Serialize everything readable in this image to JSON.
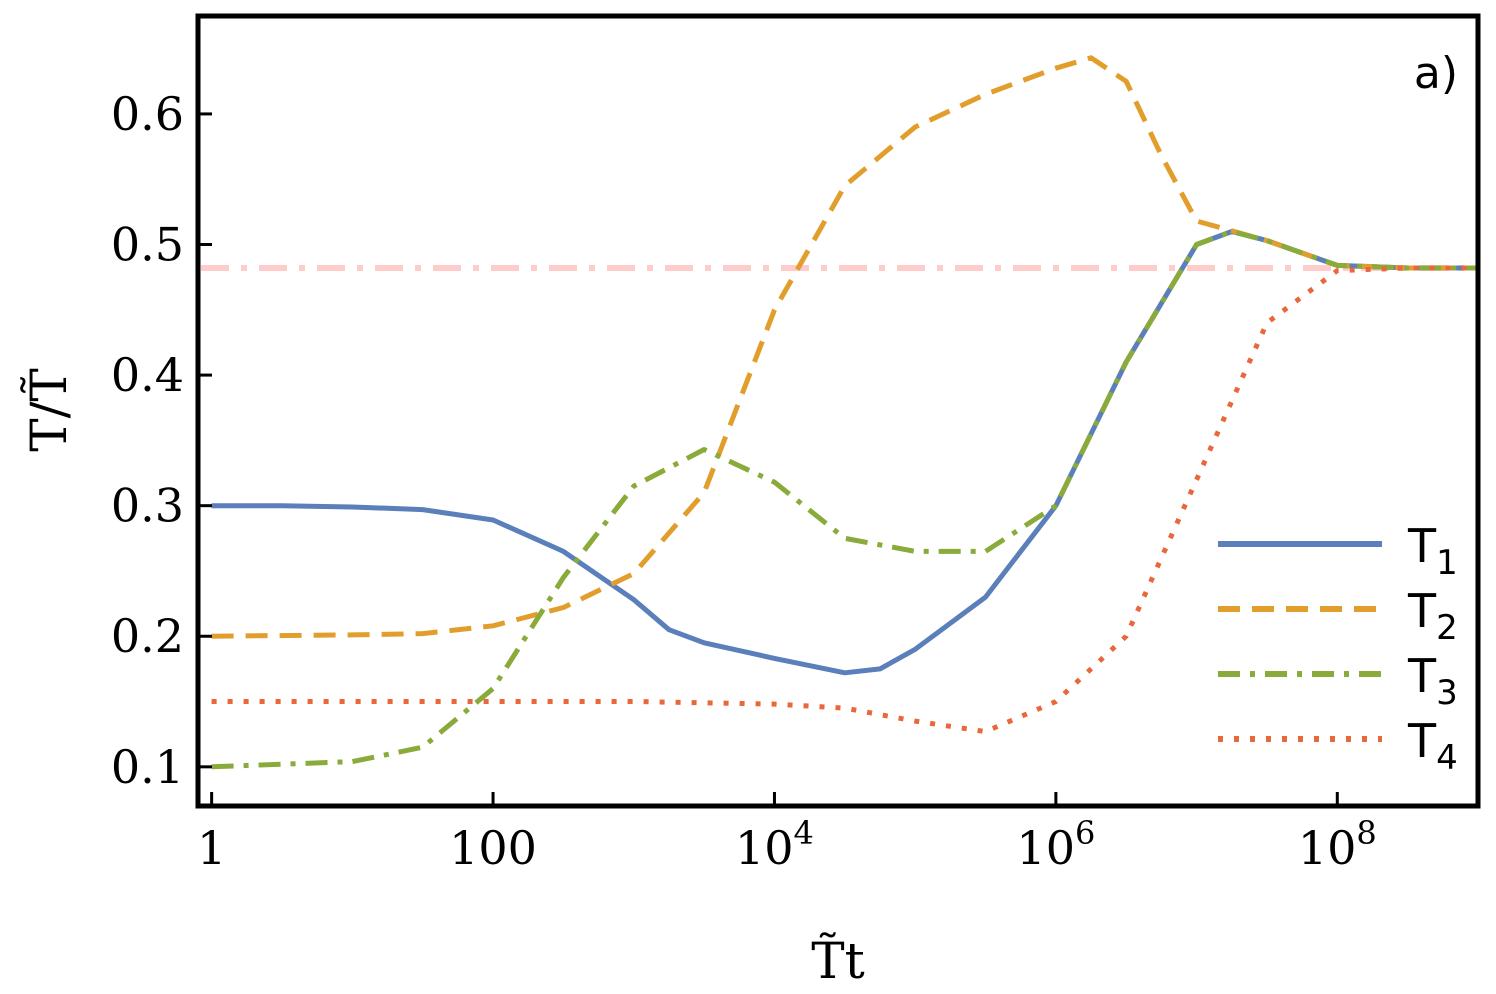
{
  "chart_data": {
    "type": "line",
    "panel_label": "a)",
    "xlabel": "T̃t",
    "ylabel": "T/T̃",
    "xscale": "log",
    "xlim": [
      0.8,
      1000000000
    ],
    "ylim": [
      0.07,
      0.675
    ],
    "x_ticks": [
      {
        "value": 1,
        "label": "1",
        "exp": ""
      },
      {
        "value": 100,
        "label": "100",
        "exp": ""
      },
      {
        "value": 10000,
        "label": "10",
        "exp": "4"
      },
      {
        "value": 1000000,
        "label": "10",
        "exp": "6"
      },
      {
        "value": 100000000,
        "label": "10",
        "exp": "8"
      }
    ],
    "y_ticks": [
      {
        "value": 0.1,
        "label": "0.1"
      },
      {
        "value": 0.2,
        "label": "0.2"
      },
      {
        "value": 0.3,
        "label": "0.3"
      },
      {
        "value": 0.4,
        "label": "0.4"
      },
      {
        "value": 0.5,
        "label": "0.5"
      },
      {
        "value": 0.6,
        "label": "0.6"
      }
    ],
    "grid": false,
    "legend_position": "bottom-right",
    "reference_line": {
      "y": 0.482,
      "color": "#ffcccc",
      "style": "dashdot"
    },
    "series": [
      {
        "name": "T",
        "sub": "1",
        "color": "#5b7fbb",
        "style": "solid",
        "points": [
          [
            1,
            0.3
          ],
          [
            3.16,
            0.3
          ],
          [
            10,
            0.299
          ],
          [
            31.6,
            0.297
          ],
          [
            100,
            0.289
          ],
          [
            316,
            0.265
          ],
          [
            1000,
            0.228
          ],
          [
            1780,
            0.205
          ],
          [
            3160,
            0.195
          ],
          [
            10000,
            0.183
          ],
          [
            31600,
            0.172
          ],
          [
            56200,
            0.175
          ],
          [
            100000,
            0.19
          ],
          [
            316000,
            0.23
          ],
          [
            1000000,
            0.3
          ],
          [
            3160000,
            0.41
          ],
          [
            10000000,
            0.5
          ],
          [
            17800000,
            0.51
          ],
          [
            31600000,
            0.503
          ],
          [
            100000000,
            0.484
          ],
          [
            316000000,
            0.482
          ],
          [
            1000000000,
            0.482
          ]
        ]
      },
      {
        "name": "T",
        "sub": "2",
        "color": "#e29e2d",
        "style": "dashed",
        "points": [
          [
            1,
            0.2
          ],
          [
            10,
            0.201
          ],
          [
            31.6,
            0.202
          ],
          [
            100,
            0.208
          ],
          [
            316,
            0.222
          ],
          [
            1000,
            0.248
          ],
          [
            3160,
            0.31
          ],
          [
            10000,
            0.45
          ],
          [
            31600,
            0.545
          ],
          [
            100000,
            0.59
          ],
          [
            316000,
            0.615
          ],
          [
            1000000,
            0.635
          ],
          [
            1780000,
            0.643
          ],
          [
            3160000,
            0.625
          ],
          [
            5620000,
            0.568
          ],
          [
            10000000,
            0.518
          ],
          [
            31600000,
            0.503
          ],
          [
            100000000,
            0.484
          ],
          [
            316000000,
            0.482
          ],
          [
            1000000000,
            0.482
          ]
        ]
      },
      {
        "name": "T",
        "sub": "3",
        "color": "#8aaa3a",
        "style": "dashdot",
        "points": [
          [
            1,
            0.1
          ],
          [
            10,
            0.104
          ],
          [
            31.6,
            0.115
          ],
          [
            100,
            0.16
          ],
          [
            316,
            0.245
          ],
          [
            1000,
            0.315
          ],
          [
            3160,
            0.343
          ],
          [
            10000,
            0.318
          ],
          [
            31600,
            0.275
          ],
          [
            100000,
            0.265
          ],
          [
            316000,
            0.265
          ],
          [
            1000000,
            0.3
          ],
          [
            3160000,
            0.41
          ],
          [
            10000000,
            0.5
          ],
          [
            17800000,
            0.51
          ],
          [
            31600000,
            0.503
          ],
          [
            100000000,
            0.484
          ],
          [
            316000000,
            0.482
          ],
          [
            1000000000,
            0.482
          ]
        ]
      },
      {
        "name": "T",
        "sub": "4",
        "color": "#e8673b",
        "style": "dotted",
        "points": [
          [
            1,
            0.15
          ],
          [
            100,
            0.15
          ],
          [
            1000,
            0.15
          ],
          [
            10000,
            0.148
          ],
          [
            31600,
            0.145
          ],
          [
            100000,
            0.135
          ],
          [
            316000,
            0.127
          ],
          [
            1000000,
            0.15
          ],
          [
            3160000,
            0.2
          ],
          [
            10000000,
            0.32
          ],
          [
            31600000,
            0.44
          ],
          [
            100000000,
            0.48
          ],
          [
            316000000,
            0.482
          ],
          [
            1000000000,
            0.482
          ]
        ]
      }
    ]
  }
}
